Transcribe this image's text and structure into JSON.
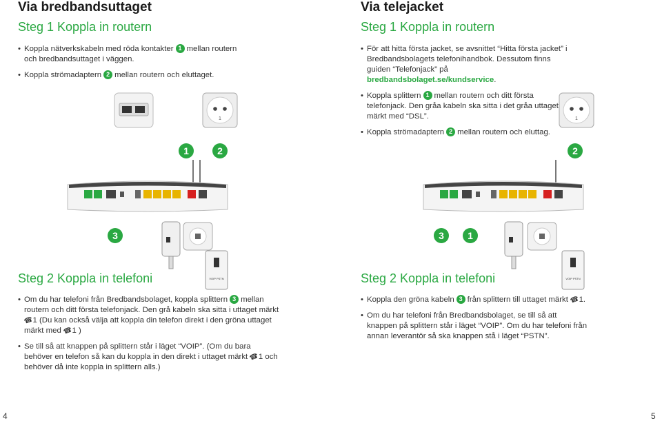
{
  "left": {
    "title": "Via bredbandsuttaget",
    "step1": "Steg 1 Koppla in routern",
    "step1_items": [
      {
        "a": "Koppla nätverkskabeln med röda kontakter",
        "num": "1",
        "b": "mellan routern och bredbandsuttaget i väggen."
      },
      {
        "a": "Koppla strömadaptern",
        "num": "2",
        "b": "mellan routern och eluttaget."
      }
    ],
    "step2": "Steg 2 Koppla in telefoni",
    "step2_item1": {
      "a": "Om du har telefoni från Bredbandsbolaget, koppla splittern",
      "num": "3",
      "b": "mellan routern och ditt första telefonjack. Den grå kabeln ska sitta i uttaget märkt",
      "phone1": "1",
      "c": "(Du kan också välja att koppla din telefon direkt i den gröna uttaget märkt med",
      "phone2": "1",
      "d": ")"
    },
    "step2_item2": {
      "a": "Se till så att knappen på splittern står i läget “VOIP”. (Om du bara behöver en telefon så kan du koppla in den direkt i uttaget märkt",
      "phone": "1",
      "b": "och behöver då inte koppla in splittern alls.)"
    },
    "diagram_nums": [
      "1",
      "2",
      "3"
    ],
    "page": "4"
  },
  "right": {
    "title": "Via telejacket",
    "step1": "Steg 1 Koppla in routern",
    "step1_item1": {
      "a": "För att hitta första jacket, se avsnittet “Hitta första jacket” i Bredbandsbolagets telefonihandbok. Dessutom finns guiden “Telefonjack” på",
      "link": "bredbandsbolaget.se/kundservice",
      "b": "."
    },
    "step1_item2": {
      "a": "Koppla splittern",
      "num": "1",
      "b": "mellan routern och ditt första telefonjack. Den gråa kabeln ska sitta i det gråa uttaget märkt med “DSL”."
    },
    "step1_item3": {
      "a": "Koppla strömadaptern",
      "num": "2",
      "b": "mellan routern och eluttag."
    },
    "step2": "Steg 2 Koppla in telefoni",
    "step2_item1": {
      "a": "Koppla den gröna kabeln",
      "num": "3",
      "b": "från splittern till uttaget märkt",
      "phone": "1",
      "c": "."
    },
    "step2_item2": "Om du har telefoni från Bredbandsbolaget, se till så att knappen på splittern står i läget “VOIP”. Om du har telefoni från annan leverantör så ska knappen stå i läget “PSTN”.",
    "diagram_nums": [
      "2",
      "3",
      "1"
    ],
    "page": "5"
  },
  "device_labels": {
    "splitter_text": "VOIP PSTN",
    "outlet_num": "1"
  },
  "colors": {
    "green": "#2aa842",
    "red": "#d62020",
    "yellow": "#e8b400"
  }
}
